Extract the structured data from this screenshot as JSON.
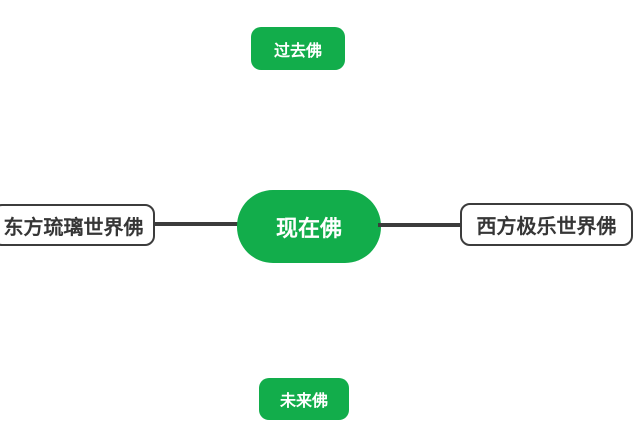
{
  "canvas": {
    "background_color": "#ffffff",
    "accent_green": "#12ad4b",
    "line_color": "#3c3c3c",
    "light_text_color": "#ffffff",
    "dark_text_color": "#363636"
  },
  "mindmap": {
    "present": {
      "label": "现在佛",
      "style": "green-pill",
      "position": "center"
    },
    "past": {
      "label": "过去佛",
      "style": "green-rounded",
      "position": "top"
    },
    "future": {
      "label": "未来佛",
      "style": "green-rounded",
      "position": "bottom"
    },
    "east": {
      "label": "东方琉璃世界佛",
      "style": "white-outlined",
      "position": "left"
    },
    "west": {
      "label": "西方极乐世界佛",
      "style": "white-outlined",
      "position": "right"
    }
  },
  "edges": [
    {
      "from": "east",
      "to": "present"
    },
    {
      "from": "present",
      "to": "west"
    }
  ]
}
